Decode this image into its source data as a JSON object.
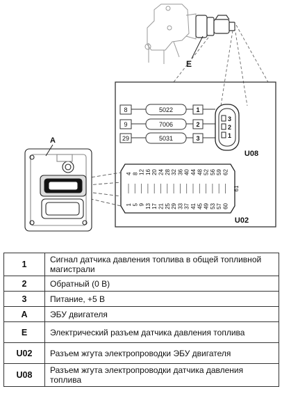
{
  "callouts": {
    "ecu": "A",
    "sensor_connector": "E"
  },
  "u02": {
    "label": "U02",
    "top_pins": [
      "4",
      "8",
      "12",
      "16",
      "20",
      "24",
      "28",
      "32",
      "36",
      "40",
      "44",
      "48",
      "52",
      "56",
      "59",
      "62"
    ],
    "bottom_pins": [
      "1",
      "5",
      "9",
      "13",
      "17",
      "21",
      "25",
      "29",
      "33",
      "37",
      "41",
      "45",
      "49",
      "53",
      "57",
      "60"
    ],
    "side_pin": "61"
  },
  "u08": {
    "label": "U08",
    "pins": [
      "3",
      "2",
      "1"
    ]
  },
  "wiring": [
    {
      "ecu_pin": "8",
      "wire": "5022",
      "sensor_pin": "1"
    },
    {
      "ecu_pin": "9",
      "wire": "7006",
      "sensor_pin": "2"
    },
    {
      "ecu_pin": "29",
      "wire": "5031",
      "sensor_pin": "3"
    }
  ],
  "legend": [
    {
      "code": "1",
      "text": "Сигнал датчика давления топлива в общей топливной магистрали"
    },
    {
      "code": "2",
      "text": "Обратный (0 В)"
    },
    {
      "code": "3",
      "text": "Питание, +5 В"
    },
    {
      "code": "A",
      "text": "ЭБУ двигателя"
    },
    {
      "code": "E",
      "text": "Электрический разъем датчика давления топлива"
    },
    {
      "code": "U02",
      "text": "Разъем жгута электропроводки ЭБУ двигателя"
    },
    {
      "code": "U08",
      "text": "Разъем жгута электропроводки датчика давления топлива"
    }
  ]
}
